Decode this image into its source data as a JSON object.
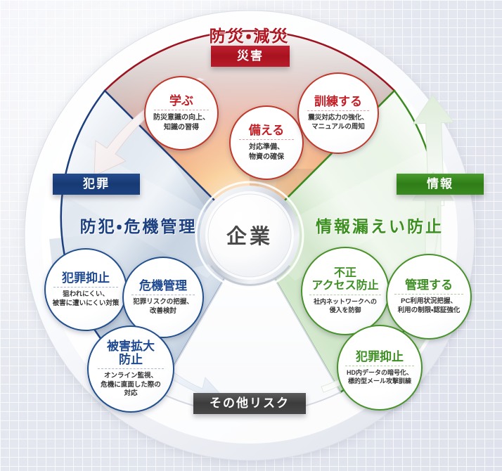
{
  "diagram": {
    "center": {
      "label": "企業"
    },
    "sections": [
      {
        "id": "disaster",
        "tag": "災害",
        "title": "防災・減災",
        "accent": "#b0141f",
        "bubbles": [
          {
            "head": "学ぶ",
            "body": "防災意識の向上、\n知識の習得"
          },
          {
            "head": "備える",
            "body": "対応準備、\n物資の確保"
          },
          {
            "head": "訓練する",
            "body": "震災対応力の強化、\nマニュアルの周知"
          }
        ]
      },
      {
        "id": "crime",
        "tag": "犯罪",
        "title": "防犯・危機管理",
        "accent": "#1d4080",
        "bubbles": [
          {
            "head": "犯罪抑止",
            "body": "狙われにくい、\n被害に遭いにくい対策"
          },
          {
            "head": "危機管理",
            "body": "犯罪リスクの把握、\n改善検討"
          },
          {
            "head": "被害拡大\n防止",
            "body": "オンライン監視、\n危機に直面した際の\n対応"
          }
        ]
      },
      {
        "id": "information",
        "tag": "情報",
        "title": "情報漏えい防止",
        "accent": "#3b8f1f",
        "bubbles": [
          {
            "head": "不正\nアクセス防止",
            "body": "社内ネットワークへの\n侵入を防御"
          },
          {
            "head": "管理する",
            "body": "PC利用状況把握、\n利用の制限・認証強化"
          },
          {
            "head": "犯罪抑止",
            "body": "HD内データの暗号化、\n標的型メール攻撃訓練"
          }
        ]
      },
      {
        "id": "other",
        "tag": "その他リスク",
        "title": "",
        "accent": "#474747",
        "bubbles": []
      }
    ],
    "arrows": [
      {
        "name": "arrow-disaster-to-crime",
        "color": "#f0e3e3"
      },
      {
        "name": "arrow-crime-to-other",
        "color": "#e8eef6"
      },
      {
        "name": "arrow-other-to-information",
        "color": "#e6efe4"
      },
      {
        "name": "arrow-information-to-disaster",
        "color": "#e4efe2"
      }
    ]
  },
  "colors": {
    "red": "#b0141f",
    "blue": "#1d4080",
    "green": "#3b8f1f",
    "gray": "#474747",
    "background": "#e9ebf2"
  }
}
